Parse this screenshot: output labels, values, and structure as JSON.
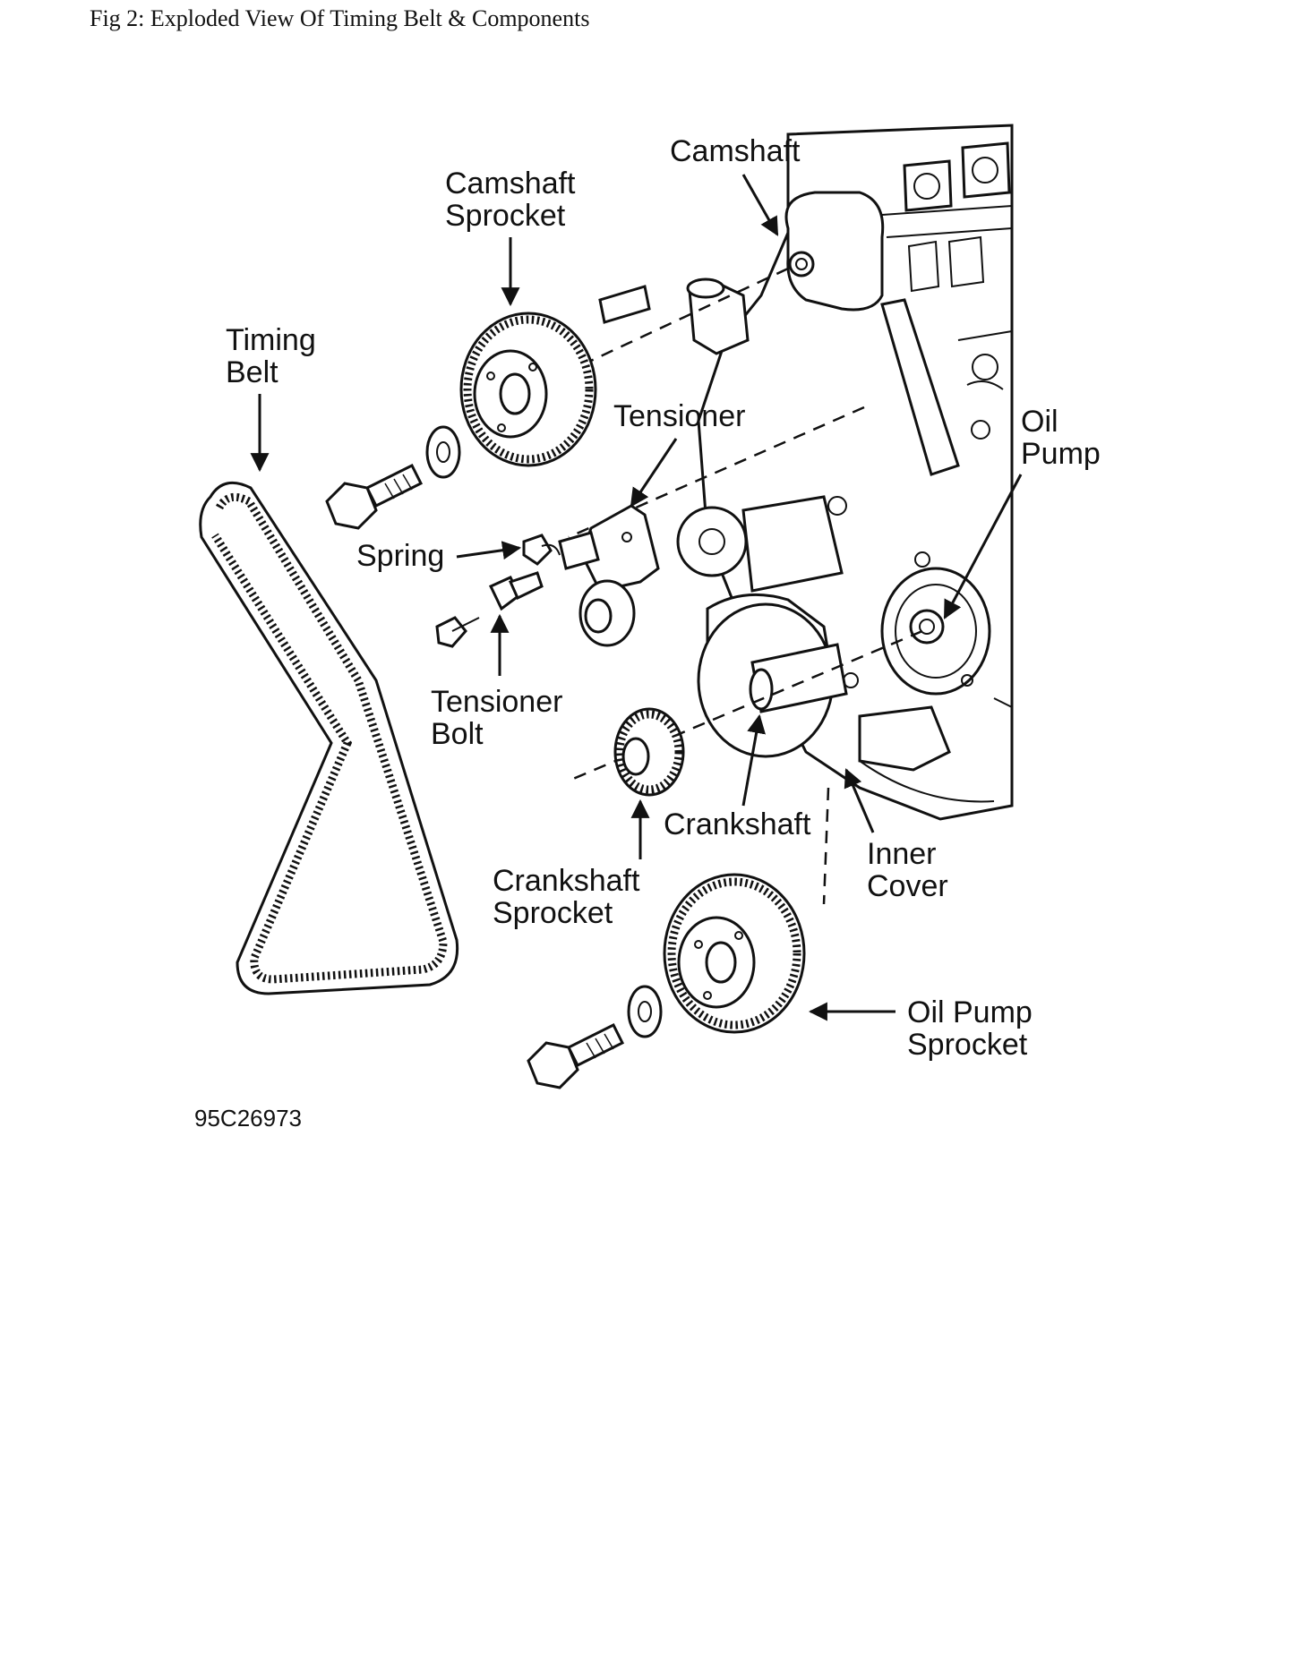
{
  "page_title": "Fig 2: Exploded View Of Timing Belt & Components",
  "figure_code": "95C26973",
  "labels": {
    "camshaft": "Camshaft",
    "camshaft_sprocket_1": "Camshaft",
    "camshaft_sprocket_2": "Sprocket",
    "timing_belt_1": "Timing",
    "timing_belt_2": "Belt",
    "tensioner": "Tensioner",
    "oil_pump_1": "Oil",
    "oil_pump_2": "Pump",
    "spring": "Spring",
    "tensioner_bolt_1": "Tensioner",
    "tensioner_bolt_2": "Bolt",
    "crankshaft": "Crankshaft",
    "inner_cover_1": "Inner",
    "inner_cover_2": "Cover",
    "crankshaft_sprocket_1": "Crankshaft",
    "crankshaft_sprocket_2": "Sprocket",
    "oil_pump_sprocket_1": "Oil Pump",
    "oil_pump_sprocket_2": "Sprocket"
  }
}
